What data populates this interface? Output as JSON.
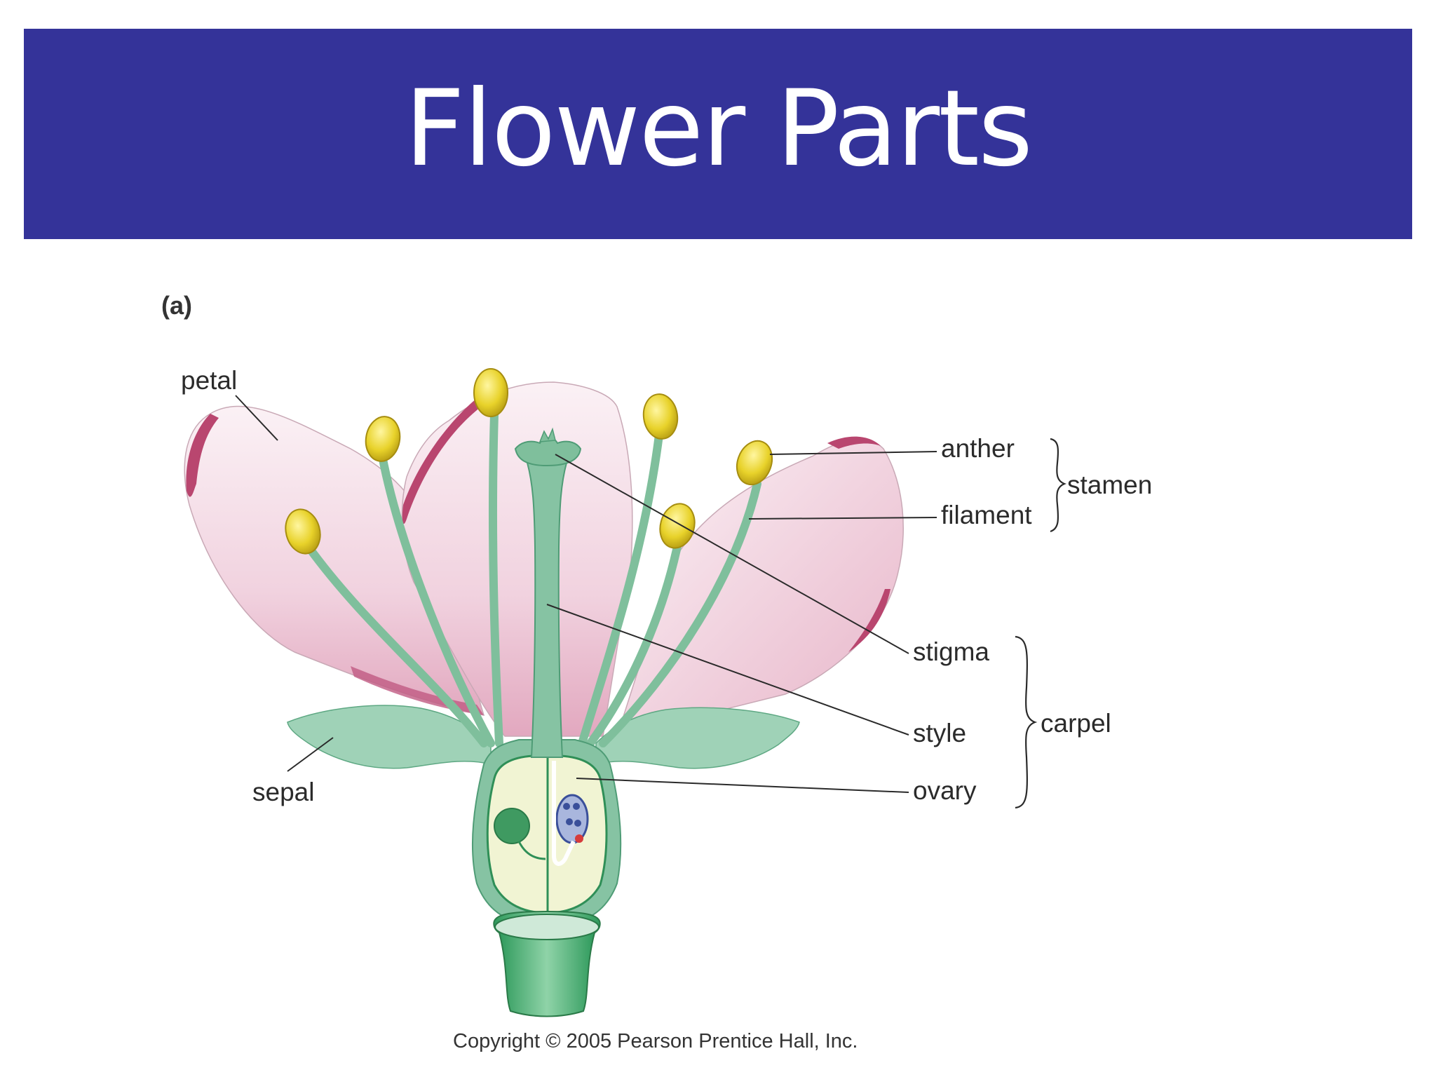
{
  "slide": {
    "title": "Flower Parts"
  },
  "figure": {
    "panel_label": "(a)",
    "copyright": "Copyright © 2005 Pearson Prentice Hall, Inc.",
    "labels": {
      "petal": "petal",
      "sepal": "sepal",
      "anther": "anther",
      "filament": "filament",
      "stamen": "stamen",
      "stigma": "stigma",
      "style": "style",
      "ovary": "ovary",
      "carpel": "carpel"
    },
    "colors": {
      "title_bar": "#343399",
      "petal": "#f1d3df",
      "petal_edge": "#b9466f",
      "stem_green": "#86c3a3",
      "anther": "#e5cf2c"
    }
  }
}
